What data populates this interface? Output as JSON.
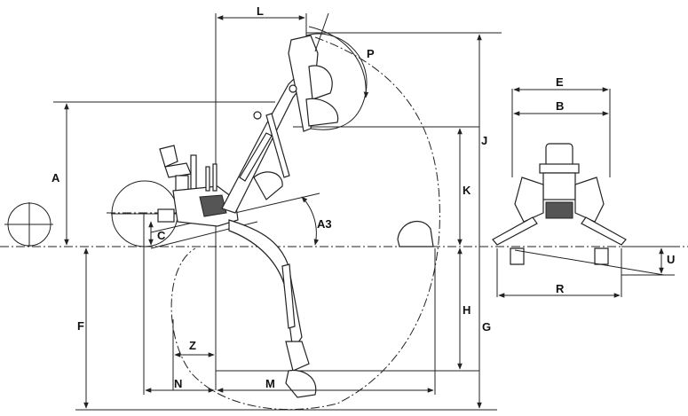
{
  "diagram": {
    "labels": {
      "L": "L",
      "P": "P",
      "A": "A",
      "J": "J",
      "K": "K",
      "A3": "A3",
      "C": "C",
      "E": "E",
      "B": "B",
      "U": "U",
      "R": "R",
      "F": "F",
      "H": "H",
      "G": "G",
      "Z": "Z",
      "N": "N",
      "M": "M"
    },
    "colors": {
      "line": "#222222",
      "background": "#ffffff"
    }
  }
}
